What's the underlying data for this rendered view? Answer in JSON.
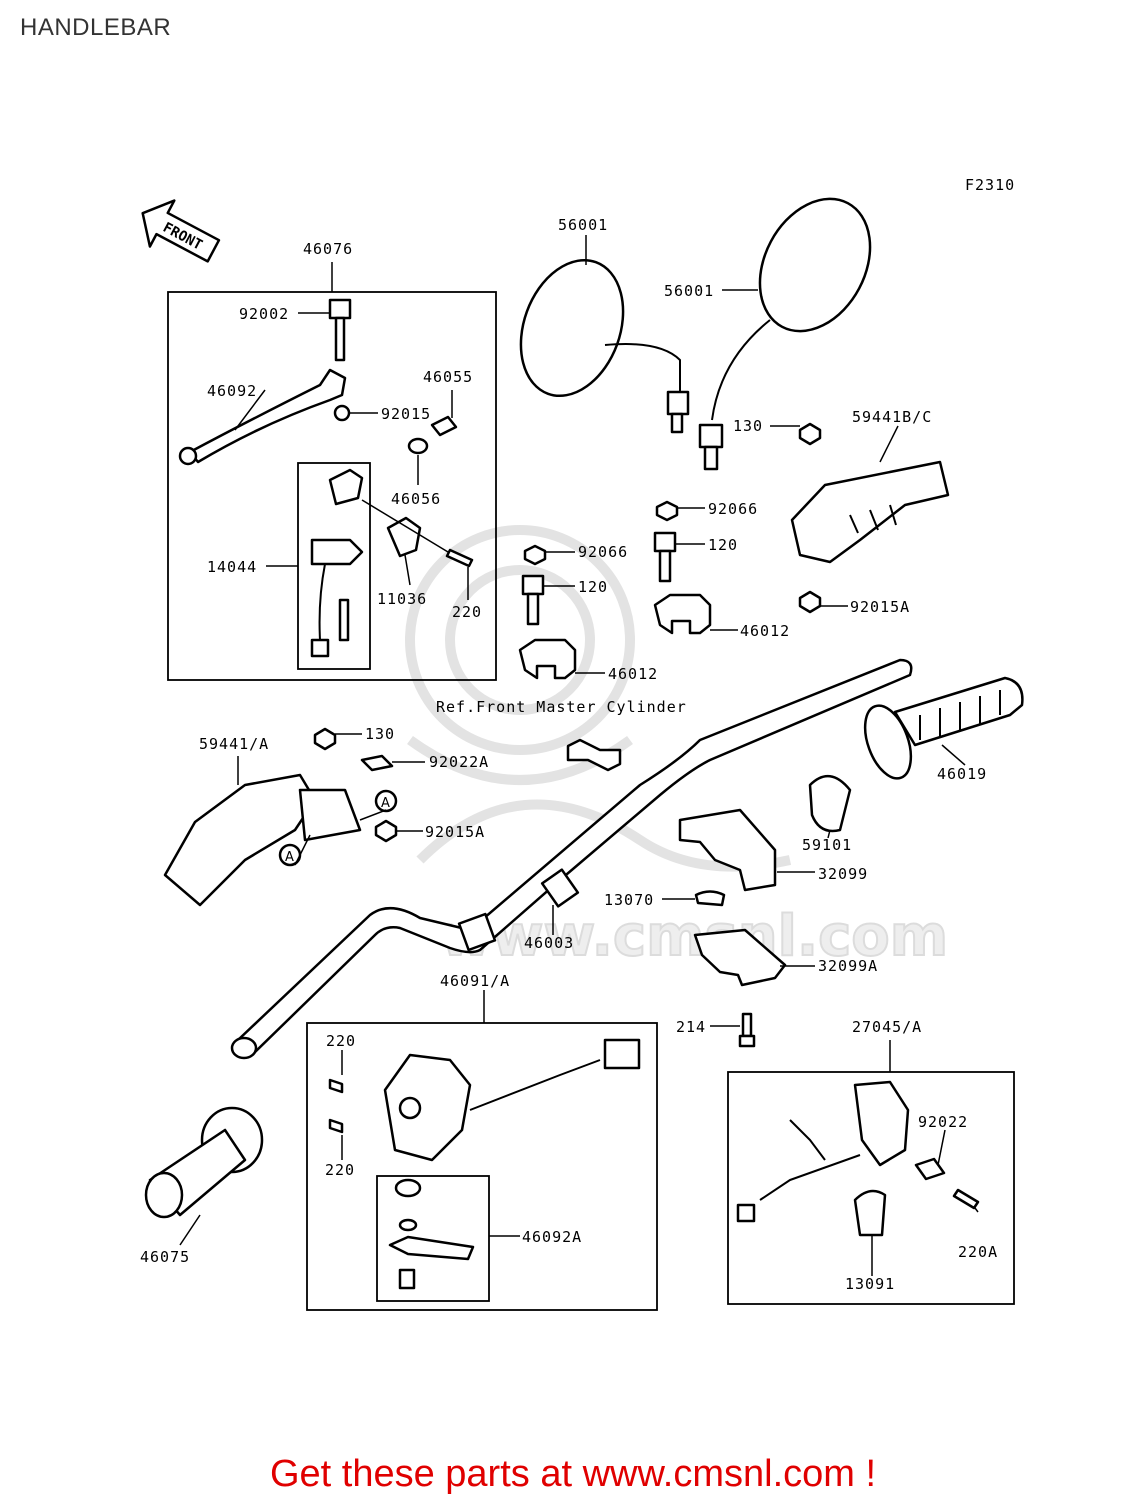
{
  "page": {
    "title": "HANDLEBAR",
    "figure_code": "F2310"
  },
  "front_arrow": "FRONT",
  "ref_note": "Ref.Front Master Cylinder",
  "callouts": {
    "46076": "46076",
    "92002": "92002",
    "46092": "46092",
    "46055": "46055",
    "92015": "92015",
    "46056": "46056",
    "14044": "14044",
    "11036": "11036",
    "220_top": "220",
    "56001_a": "56001",
    "56001_b": "56001",
    "130_right": "130",
    "59441bc": "59441B/C",
    "92066_a": "92066",
    "120_a": "120",
    "92066_b": "92066",
    "120_b": "120",
    "46012_a": "46012",
    "46012_b": "46012",
    "92015a_right": "92015A",
    "59441a": "59441/A",
    "130_left": "130",
    "92022a": "92022A",
    "92015a_left": "92015A",
    "46019": "46019",
    "59101": "59101",
    "32099": "32099",
    "13070": "13070",
    "46003": "46003",
    "32099a": "32099A",
    "214": "214",
    "46091a": "46091/A",
    "220_b1": "220",
    "220_b2": "220",
    "46092a": "46092A",
    "46075": "46075",
    "27045a": "27045/A",
    "92022": "92022",
    "220a": "220A",
    "13091": "13091"
  },
  "markers": {
    "a1": "A",
    "a2": "A"
  },
  "watermark": "www.cmsnl.com",
  "footer": {
    "text": "Get these parts at www.cmsnl.com !",
    "color": "#e00000"
  }
}
